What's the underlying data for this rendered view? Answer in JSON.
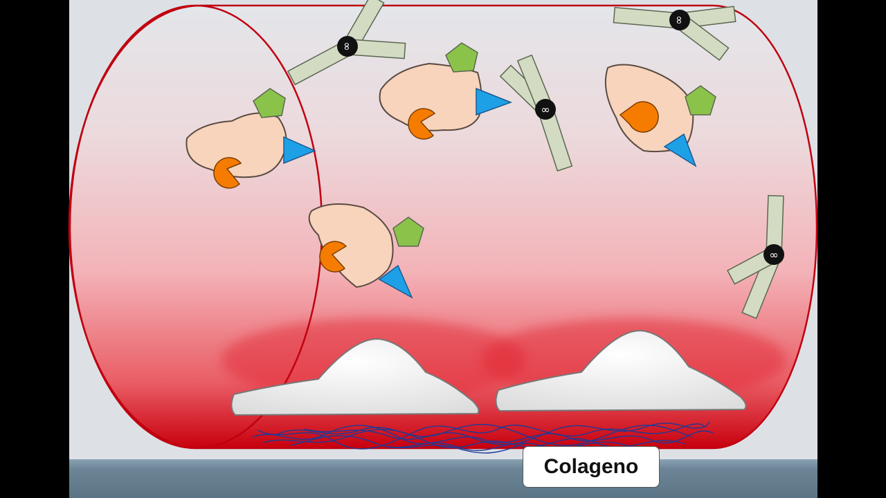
{
  "diagram": {
    "label": "Colageno",
    "elements": {
      "vessel": "blood-vessel",
      "platelets": [
        "platelet",
        "platelet",
        "platelet",
        "platelet"
      ],
      "endothelial_cells": [
        "endothelial-cell",
        "endothelial-cell"
      ],
      "fibers": "collagen-fibers",
      "antibodies": [
        "antibody",
        "antibody",
        "antibody",
        "antibody"
      ]
    },
    "antibody_symbol": "∞"
  },
  "colors": {
    "background": "#000000",
    "panel": "#dde1e6",
    "vessel_outline": "#c0000f",
    "blood": "#e8000f",
    "platelet_body": "#f8d4bc",
    "pentagon": "#8bc34a",
    "pacman": "#f57c00",
    "triangle": "#1ea0e6",
    "antibody": "#d3dbc3",
    "fiber": "#1e3a96",
    "floor": "#6a8497"
  }
}
